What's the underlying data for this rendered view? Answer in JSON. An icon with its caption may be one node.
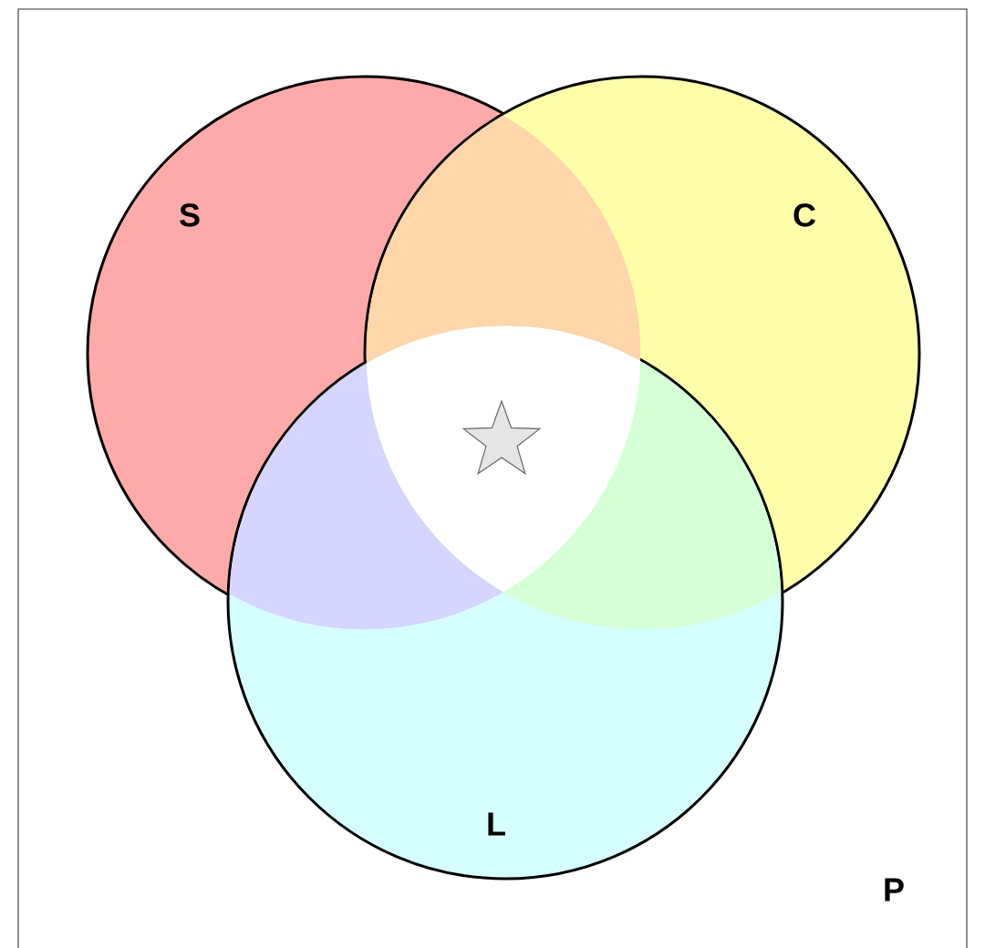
{
  "diagram": {
    "nodes": [
      {
        "text": [
          "P"
        ]
      },
      {
        "text": [
          "S"
        ],
        "in": 0
      },
      {
        "text": [
          "C"
        ],
        "in": 0
      },
      {
        "text": [
          "L"
        ],
        "in": 0
      }
    ]
  }
}
